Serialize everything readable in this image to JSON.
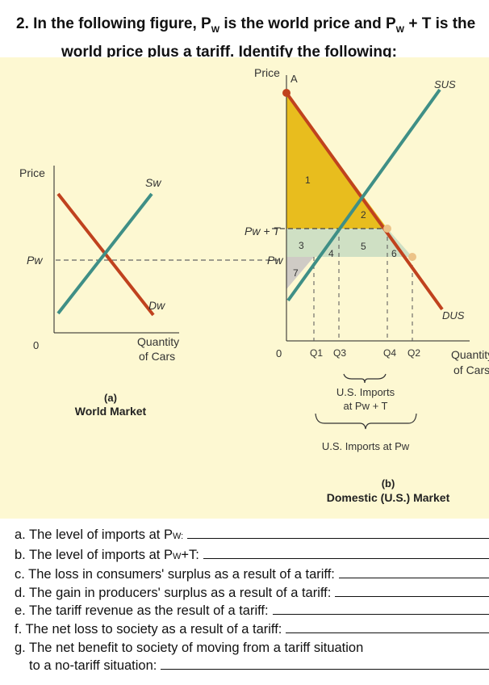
{
  "heading": {
    "line1": "2. In the following figure, P",
    "line1_sub": "W",
    "line1_mid": " is the world price and P",
    "line1_sub2": "W",
    "line1_end": " + T  is the",
    "line2": "world price plus a tariff. Identify the following:"
  },
  "panel_a": {
    "y_axis": "Price",
    "y_tick": "Pw",
    "origin": "0",
    "x_axis_line1": "Quantity",
    "x_axis_line2": "of Cars",
    "supply": "Sw",
    "demand": "Dw",
    "caption_letter": "(a)",
    "caption": "World Market"
  },
  "panel_b": {
    "y_axis": "Price",
    "point_a": "A",
    "origin": "0",
    "pw_plus_t": "Pw + T",
    "pw": "Pw",
    "supply": "SUS",
    "demand": "DUS",
    "x_axis_line1": "Quantity",
    "x_axis_line2": "of Cars",
    "q_ticks": [
      "Q1",
      "Q3",
      "Q4",
      "Q2"
    ],
    "areas": [
      "1",
      "2",
      "3",
      "4",
      "5",
      "6",
      "7"
    ],
    "imports_tariff_line1": "U.S. Imports",
    "imports_tariff_line2": "at Pw + T",
    "imports_free": "U.S. Imports at Pw",
    "caption_letter": "(b)",
    "caption": "Domestic (U.S.) Market"
  },
  "colors": {
    "supply_line": "#3f8f86",
    "demand_line": "#c0421e",
    "area_yellow": "#e8bd1e",
    "area_green": "#cfe0c4",
    "area_grey": "#cfcbc5",
    "panel_bg": "#fdf8d2",
    "dot": "#ecc388"
  },
  "questions": {
    "a": "a. The level of imports at P",
    "a_sub": "W:",
    "b": "b. The level of imports at P",
    "b_sub": "W",
    "b_end": " +T:",
    "c": "c. The loss in consumers' surplus as a result of a tariff:",
    "d": "d. The gain in producers' surplus as a result of a tariff:",
    "e": "e. The tariff revenue as the result of a tariff:",
    "f": "f. The net loss to society as a result of a tariff:",
    "g1": "g. The net benefit to society of moving from a tariff situation",
    "g2": "to a no-tariff situation:"
  }
}
